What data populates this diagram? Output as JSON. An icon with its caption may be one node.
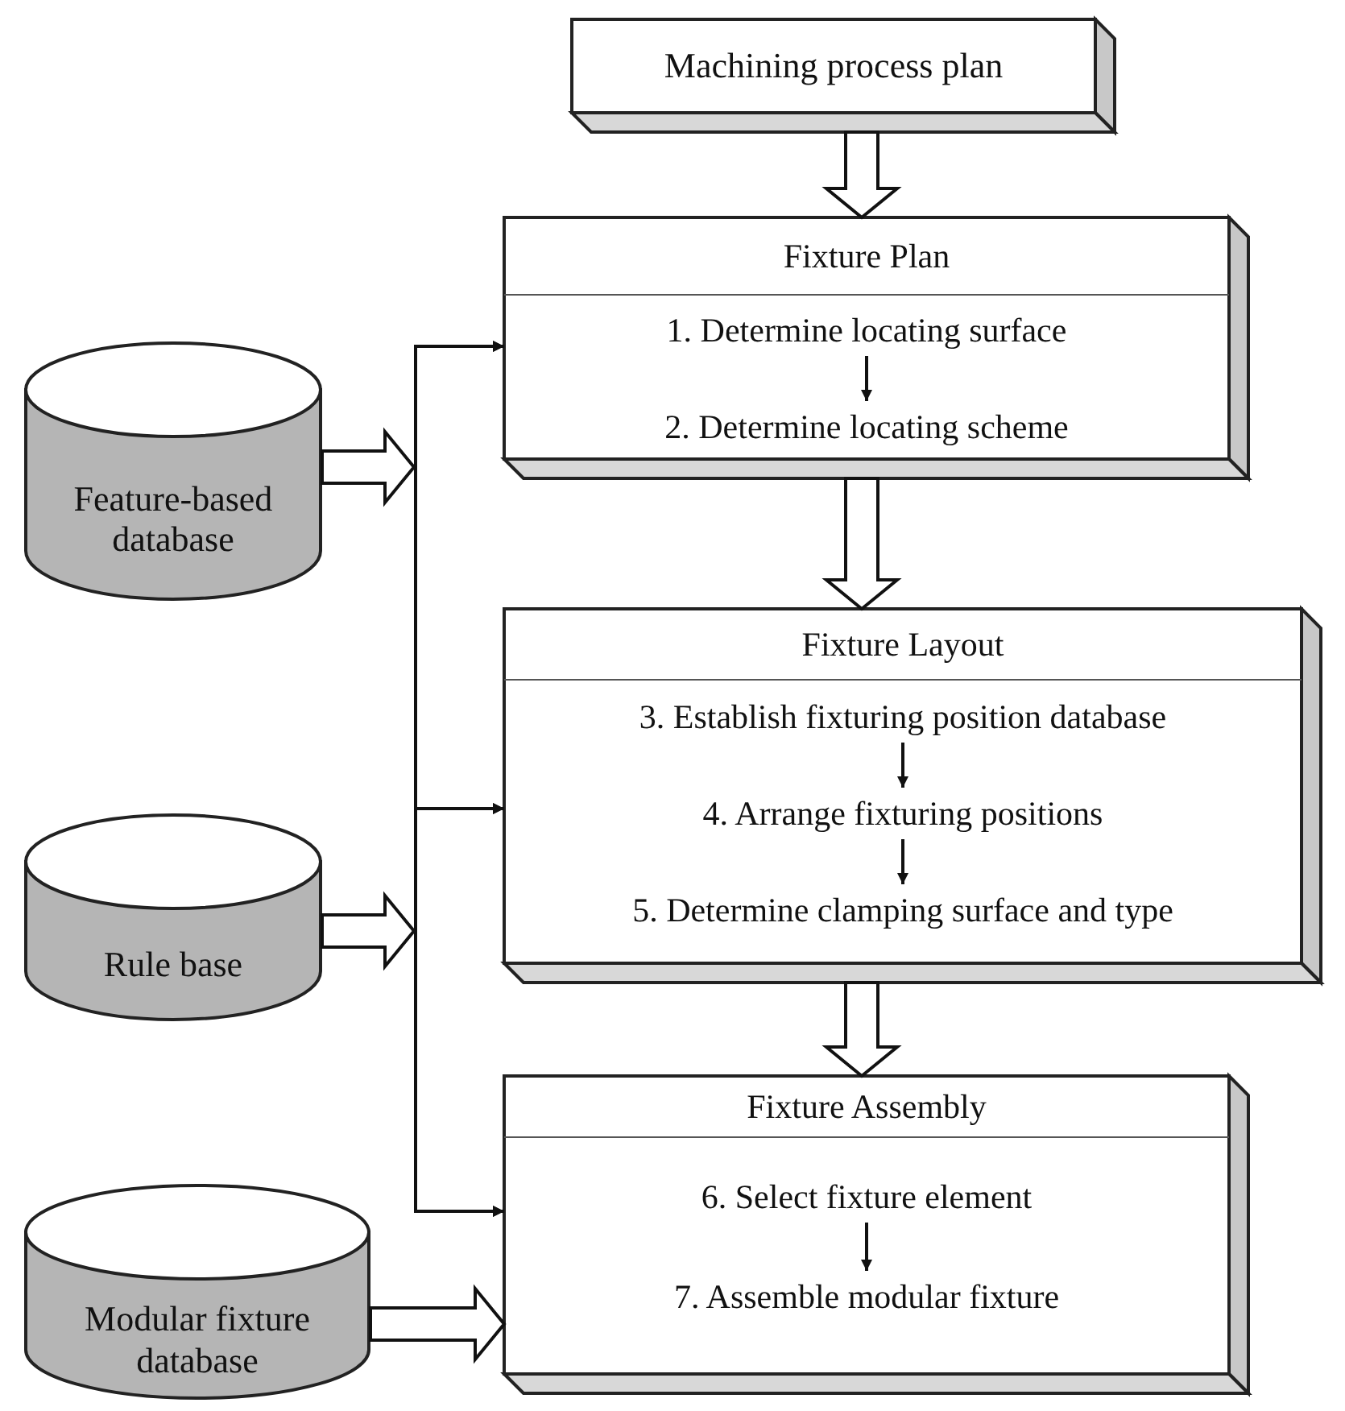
{
  "diagram": {
    "nodes": [
      {
        "text": [
          "Machining process plan"
        ]
      },
      {
        "text": [
          "Fixture Plan"
        ]
      },
      {
        "text": [
          "1. Determine locating surface"
        ],
        "in": 1
      },
      {
        "text": [
          "2. Determine locating scheme"
        ],
        "in": 1
      },
      {
        "text": [
          "Fixture Layout"
        ]
      },
      {
        "text": [
          "3. Establish fixturing position database"
        ],
        "in": 4
      },
      {
        "text": [
          "4. Arrange fixturing positions"
        ],
        "in": 4
      },
      {
        "text": [
          "5. Determine clamping surface and type"
        ],
        "in": 4
      },
      {
        "text": [
          "Fixture Assembly"
        ]
      },
      {
        "text": [
          "6. Select fixture element"
        ],
        "in": 8
      },
      {
        "text": [
          "7. Assemble modular fixture"
        ],
        "in": 8
      },
      {
        "text": [
          "Feature-based database"
        ]
      },
      {
        "text": [
          "Rule base"
        ]
      },
      {
        "text": [
          "Modular fixture database"
        ]
      }
    ],
    "edges": [
      {
        "from": 0,
        "to": 1,
        "arrow": "to",
        "style": "thick"
      },
      {
        "from": 1,
        "to": 4,
        "arrow": "to",
        "style": "thick"
      },
      {
        "from": 4,
        "to": 8,
        "arrow": "to",
        "style": "thick"
      },
      {
        "from": 13,
        "to": 8,
        "arrow": "to",
        "style": "thick"
      },
      {
        "from": 2,
        "to": 3,
        "arrow": "to"
      },
      {
        "from": 5,
        "to": 6,
        "arrow": "to"
      },
      {
        "from": 6,
        "to": 7,
        "arrow": "to"
      },
      {
        "from": 9,
        "to": 10,
        "arrow": "to"
      },
      {
        "from": 11,
        "to": 1,
        "arrow": "to"
      },
      {
        "from": 11,
        "to": 4,
        "arrow": "to"
      },
      {
        "from": 11,
        "to": 8,
        "arrow": "to"
      },
      {
        "from": 12,
        "to": 1,
        "arrow": "to"
      },
      {
        "from": 12,
        "to": 4,
        "arrow": "to"
      },
      {
        "from": 12,
        "to": 8,
        "arrow": "to"
      }
    ]
  }
}
